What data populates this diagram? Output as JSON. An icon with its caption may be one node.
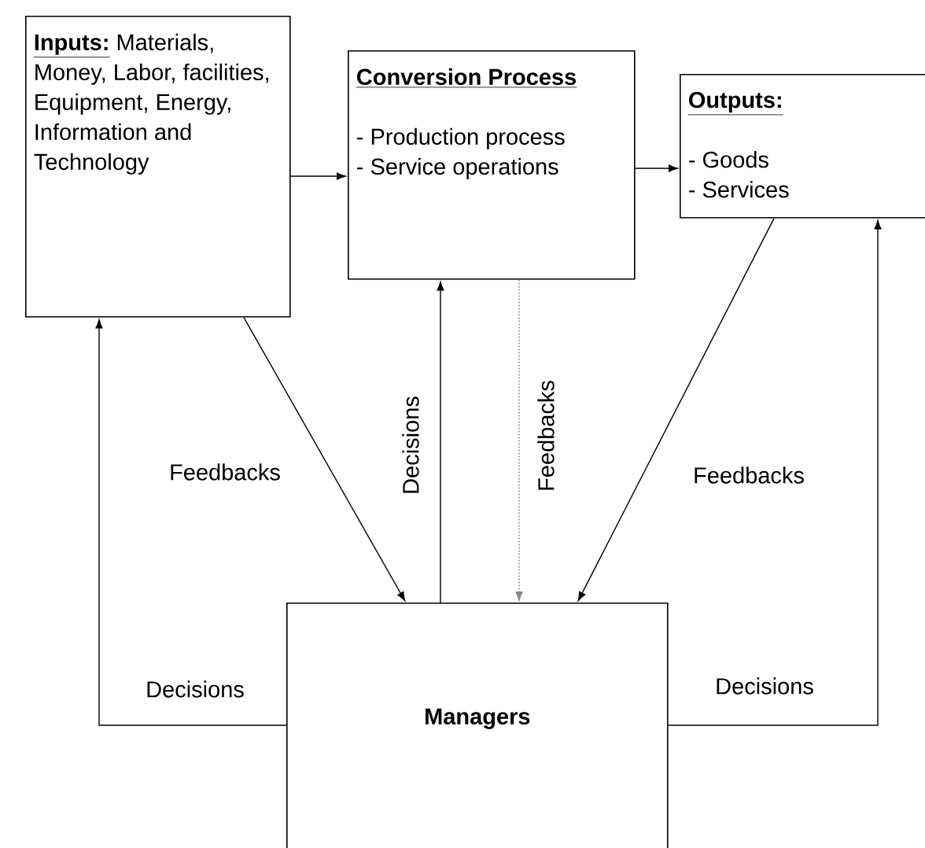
{
  "diagram": {
    "nodes": [
      {
        "text": [
          "Inputs:",
          "Materials, Money, Labor, facilities, Equipment, Energy, Information and Technology"
        ]
      },
      {
        "text": [
          "Conversion Process",
          "- Production process",
          "- Service operations"
        ]
      },
      {
        "text": [
          "Outputs:",
          "- Goods",
          "- Services"
        ]
      },
      {
        "text": [
          "Managers"
        ]
      }
    ],
    "edges": [
      {
        "from": 0,
        "to": 1,
        "arrow": "to"
      },
      {
        "from": 1,
        "to": 2,
        "arrow": "to"
      },
      {
        "from": 0,
        "to": 3,
        "arrow": "to",
        "label": "Feedbacks"
      },
      {
        "from": 3,
        "to": 1,
        "arrow": "to",
        "label": "Decisions"
      },
      {
        "from": 1,
        "to": 3,
        "arrow": "to",
        "label": "Feedbacks",
        "style": "dashed",
        "color": "#888888"
      },
      {
        "from": 2,
        "to": 3,
        "arrow": "to",
        "label": "Feedbacks"
      },
      {
        "from": 3,
        "to": 0,
        "arrow": "to",
        "label": "Decisions"
      },
      {
        "from": 3,
        "to": 2,
        "arrow": "to",
        "label": "Decisions"
      }
    ]
  }
}
